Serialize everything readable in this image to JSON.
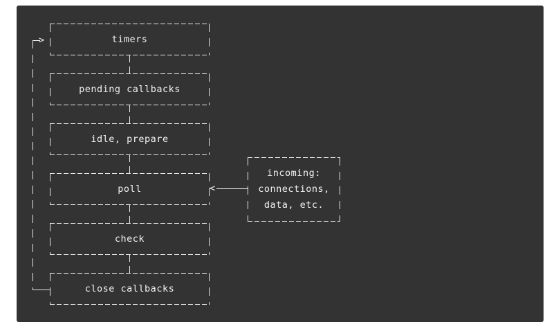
{
  "colors": {
    "page_background": "#ffffff",
    "panel_background": "#333333",
    "line": "#e8e8e8",
    "text": "#f2f2f2"
  },
  "diagram": {
    "phases": [
      {
        "label": "timers"
      },
      {
        "label": "pending callbacks"
      },
      {
        "label": "idle, prepare"
      },
      {
        "label": "poll"
      },
      {
        "label": "check"
      },
      {
        "label": "close callbacks"
      }
    ],
    "side_box": {
      "lines": [
        "incoming:",
        "connections,",
        "data, etc."
      ]
    },
    "loop_arrowhead": ">",
    "incoming_arrowhead": "<"
  }
}
